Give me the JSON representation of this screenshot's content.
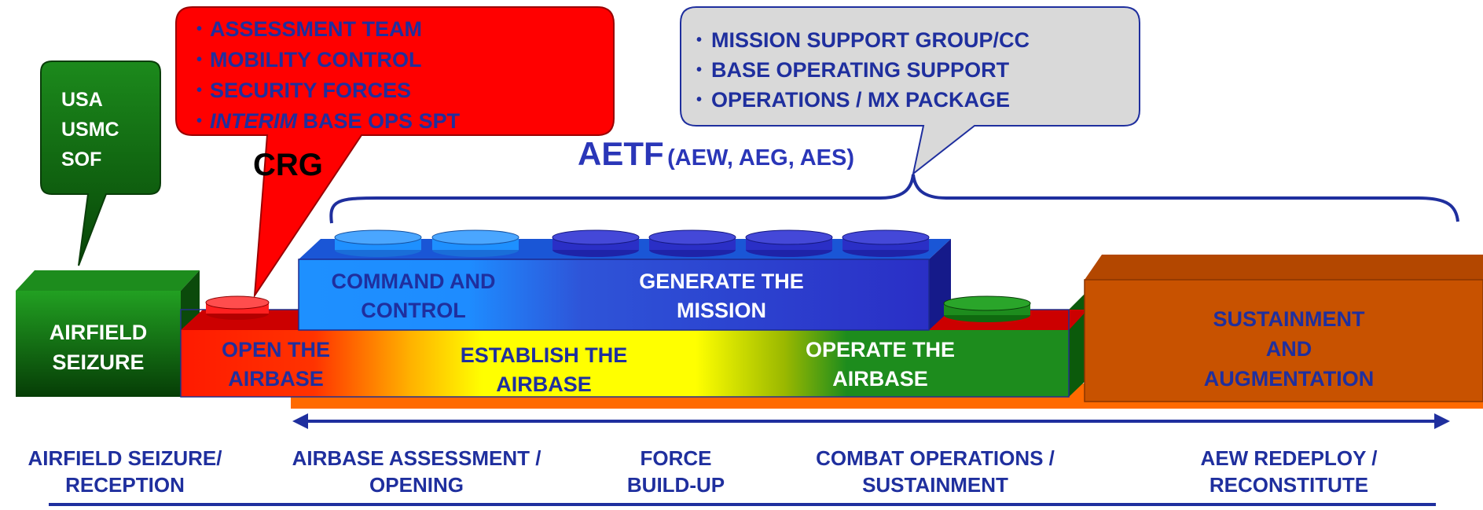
{
  "callouts": {
    "usa": {
      "lines": [
        "USA",
        "USMC",
        "SOF"
      ]
    },
    "crg": {
      "items": [
        "ASSESSMENT TEAM",
        "MOBILITY CONTROL",
        "SECURITY FORCES",
        "BASE OPS SPT"
      ],
      "interim_prefix": "INTERIM",
      "label": "CRG"
    },
    "msg": {
      "items": [
        "MISSION SUPPORT GROUP/CC",
        "BASE OPERATING SUPPORT",
        "OPERATIONS / MX PACKAGE"
      ]
    }
  },
  "aetf": {
    "title": "AETF",
    "subtitle": "(AEW, AEG, AES)"
  },
  "blocks": {
    "airfield_seizure": [
      "AIRFIELD",
      "SEIZURE"
    ],
    "open_airbase": [
      "OPEN THE",
      "AIRBASE"
    ],
    "establish_airbase": [
      "ESTABLISH THE",
      "AIRBASE"
    ],
    "command_control": [
      "COMMAND AND",
      "CONTROL"
    ],
    "generate_mission": [
      "GENERATE THE",
      "MISSION"
    ],
    "operate_airbase": [
      "OPERATE THE",
      "AIRBASE"
    ],
    "sustainment": [
      "SUSTAINMENT",
      "AND",
      "AUGMENTATION"
    ]
  },
  "phases": [
    {
      "lines": [
        "AIRFIELD SEIZURE/",
        "RECEPTION"
      ]
    },
    {
      "lines": [
        "AIRBASE ASSESSMENT /",
        "OPENING"
      ]
    },
    {
      "lines": [
        "FORCE",
        "BUILD-UP"
      ]
    },
    {
      "lines": [
        "COMBAT OPERATIONS /",
        "SUSTAINMENT"
      ]
    },
    {
      "lines": [
        "AEW REDEPLOY /",
        "RECONSTITUTE"
      ]
    }
  ],
  "colors": {
    "navy_text": "#1f2f9e",
    "crg_red": "#ff0000",
    "seizure_green": "#0b6b0b",
    "command_blue": "#1e90ff",
    "mission_blue": "#2a2fc6",
    "operate_green": "#1a8a1a",
    "sustain_orange": "#c85200",
    "bubble_gray": "#d9d9d9"
  }
}
